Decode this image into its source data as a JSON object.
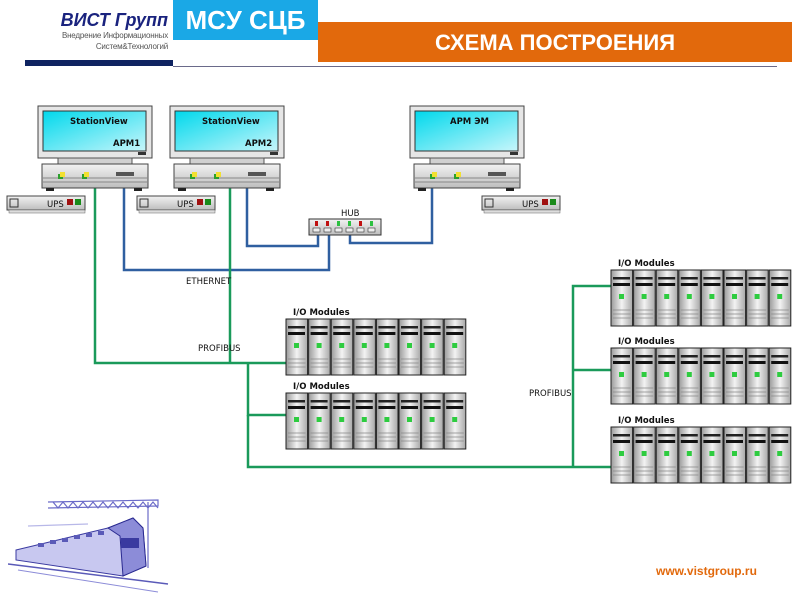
{
  "header": {
    "brand_name": "ВИСТ Групп",
    "brand_tagline_line1": "Внедрение Информационных",
    "brand_tagline_line2": "Систем&Технологий",
    "product": "МСУ СЦБ",
    "title": "СХЕМА ПОСТРОЕНИЯ"
  },
  "colors": {
    "brand_blue": "#1a237e",
    "product_blue": "#1aa8e6",
    "title_orange": "#e2690c",
    "ethernet_line": "#2f5fa0",
    "profibus_line": "#1a9a5a"
  },
  "workstations": [
    {
      "screen_line1": "StationView",
      "screen_line2": "АРМ1",
      "ups_label": "UPS"
    },
    {
      "screen_line1": "StationView",
      "screen_line2": "АРМ2",
      "ups_label": "UPS"
    },
    {
      "screen_line1": "АРМ ЭМ",
      "screen_line2": "",
      "ups_label": "UPS"
    }
  ],
  "hub": {
    "label": "HUB",
    "port_leds": [
      "red",
      "red",
      "green",
      "green",
      "red",
      "green"
    ]
  },
  "networks": {
    "ethernet": "ETHERNET",
    "profibus_left": "PROFIBUS",
    "profibus_right": "PROFIBUS"
  },
  "io_racks": [
    {
      "label": "I/O Modules",
      "modules": 8
    },
    {
      "label": "I/O Modules",
      "modules": 8
    },
    {
      "label": "I/O Modules",
      "modules": 8
    },
    {
      "label": "I/O Modules",
      "modules": 8
    },
    {
      "label": "I/O Modules",
      "modules": 8
    }
  ],
  "footer": {
    "url": "www.vistgroup.ru"
  },
  "illustration": "train-image"
}
